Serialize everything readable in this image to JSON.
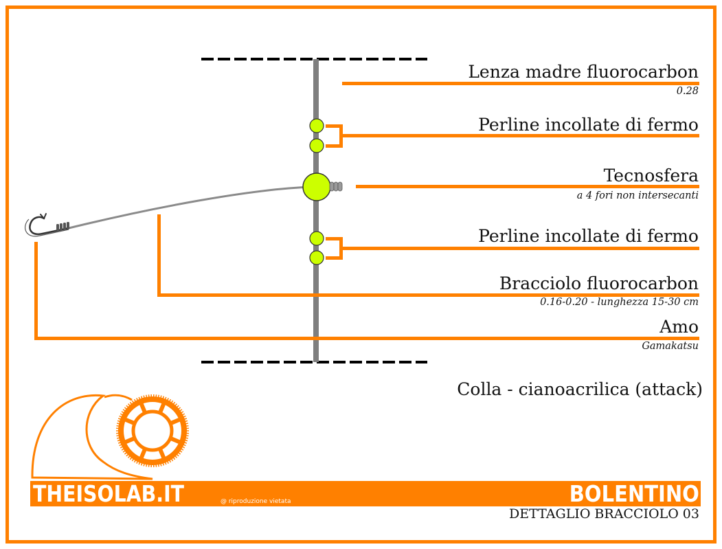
{
  "colors": {
    "accent": "#ff8000",
    "line_gray": "#7f7f7f",
    "bead_green": "#ccff00",
    "crimp_gray": "#9a9a9a"
  },
  "labels": {
    "lenza_madre": {
      "title": "Lenza madre fluorocarbon",
      "detail": "0.28"
    },
    "perline_top": {
      "title": "Perline incollate di fermo"
    },
    "tecnosfera": {
      "title": "Tecnosfera",
      "detail": "a 4 fori non intersecanti"
    },
    "perline_bottom": {
      "title": "Perline incollate di fermo"
    },
    "bracciolo": {
      "title": "Bracciolo fluorocarbon",
      "detail": "0.16-0.20 - lunghezza 15-30 cm"
    },
    "amo": {
      "title": "Amo",
      "detail": "Gamakatsu"
    },
    "colla": {
      "title": "Colla - cianoacrilica (attack)"
    }
  },
  "footer": {
    "brand": "THEISOLAB.IT",
    "copyright": "@ riproduzione vietata",
    "title": "BOLENTINO",
    "subtitle": "DETTAGLIO BRACCIOLO 03"
  },
  "icons": {
    "logo": "wave-and-helm-logo-icon",
    "hook": "fishing-hook-icon"
  }
}
